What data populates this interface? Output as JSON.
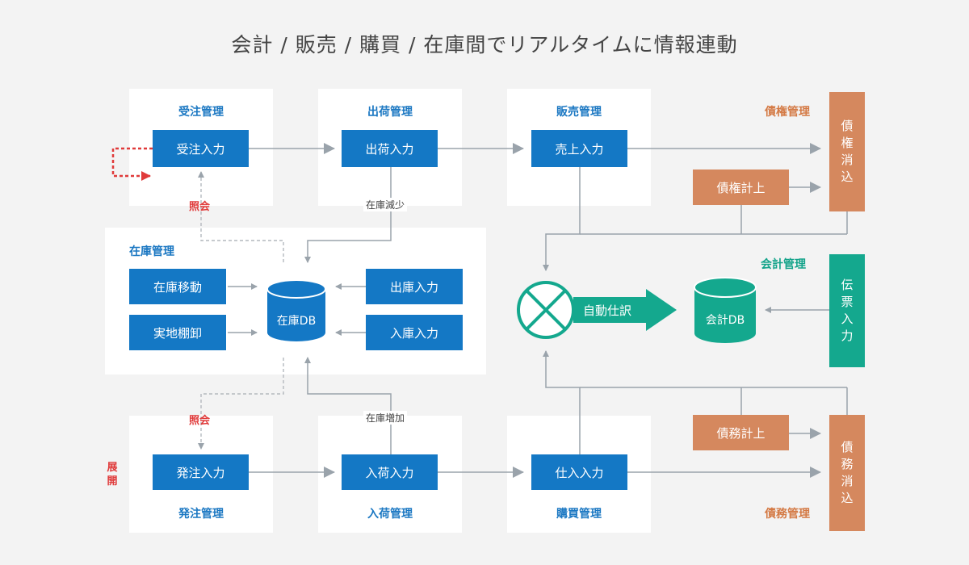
{
  "title": "会計 / 販売 / 購買 / 在庫間でリアルタイムに情報連動",
  "sections": {
    "order": "受注管理",
    "shipping": "出荷管理",
    "sales": "販売管理",
    "receivable": "債権管理",
    "inventory": "在庫管理",
    "accounting": "会計管理",
    "purchase_order": "発注管理",
    "receiving": "入荷管理",
    "purchasing": "購買管理",
    "payable": "債務管理"
  },
  "boxes": {
    "order_entry": "受注入力",
    "shipping_entry": "出荷入力",
    "sales_entry": "売上入力",
    "receivable_posting": "債権計上",
    "receivable_clearing": [
      "債",
      "権",
      "消",
      "込"
    ],
    "stock_transfer": "在庫移動",
    "physical_count": "実地棚卸",
    "issue_entry": "出庫入力",
    "receipt_entry": "入庫入力",
    "voucher_entry": [
      "伝",
      "票",
      "入",
      "力"
    ],
    "po_entry": "発注入力",
    "arrival_entry": "入荷入力",
    "purchase_entry": "仕入入力",
    "payable_posting": "債務計上",
    "payable_clearing": [
      "債",
      "務",
      "消",
      "込"
    ]
  },
  "databases": {
    "inventory_db": "在庫DB",
    "accounting_db": "会計DB"
  },
  "labels": {
    "stock_decrease": "在庫減少",
    "stock_increase": "在庫増加",
    "inquiry_top": "照会",
    "inquiry_bottom": "照会",
    "expand": [
      "展",
      "開"
    ],
    "auto_journal": "自動仕訳"
  },
  "colors": {
    "blue": "#1478c5",
    "orange": "#d5885e",
    "teal": "#14a88e",
    "red": "#e03a3a",
    "gray_line": "#9aa3ab"
  }
}
